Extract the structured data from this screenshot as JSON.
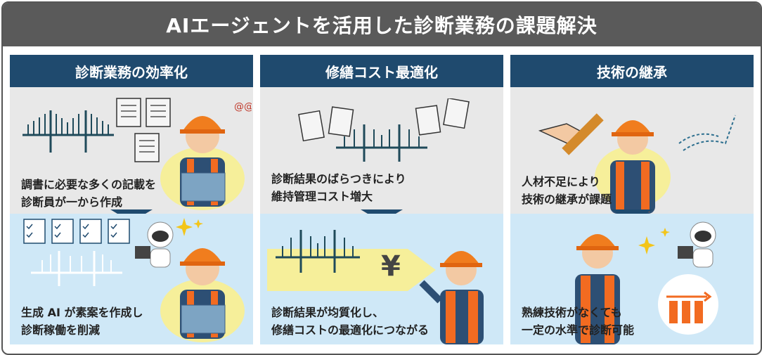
{
  "title": "AIエージェントを活用した診断業務の課題解決",
  "columns": [
    {
      "heading": "診断業務の効率化",
      "problem_lines": [
        "調書に必要な多くの記載を",
        "診断員が一から作成"
      ],
      "solution_lines": [
        "生成 AI が素案を作成し",
        "診断稼働を削減"
      ]
    },
    {
      "heading": "修繕コスト最適化",
      "problem_lines": [
        "診断結果のばらつきにより",
        "維持管理コスト増大"
      ],
      "solution_lines": [
        "診断結果が均質化し、",
        "修繕コストの最適化につながる"
      ],
      "yen_symbol": "¥"
    },
    {
      "heading": "技術の継承",
      "problem_lines": [
        "人材不足により",
        "技術の継承が課題"
      ],
      "solution_lines": [
        "熟練技術がなくても",
        "一定の水準で診断可能"
      ]
    }
  ],
  "colors": {
    "frame": "#565656",
    "heading_bg": "#1f4a6e",
    "problem_bg": "#e8e8e8",
    "solution_bg": "#cfe8f7",
    "helmet": "#f07d1e",
    "vest": "#f26b21",
    "accent_yellow": "#f3df3a"
  },
  "icons": [
    "bridge-icon",
    "document-icon",
    "worker-icon",
    "laptop-icon",
    "robot-icon",
    "sparkle-icon",
    "yen-arrow-icon",
    "handshake-icon",
    "chart-icon",
    "checklist-icon"
  ]
}
